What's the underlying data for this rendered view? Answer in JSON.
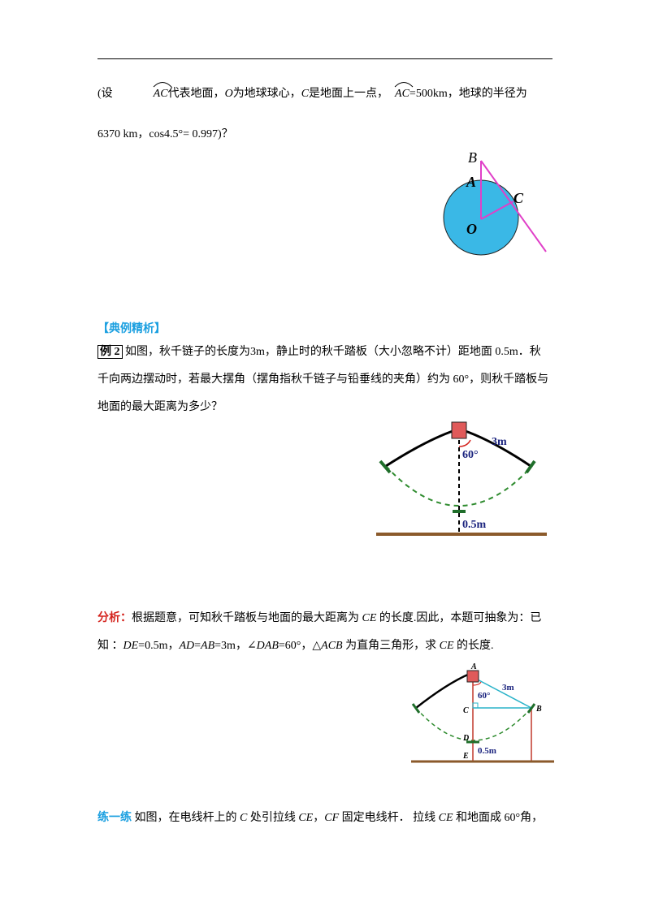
{
  "intro": {
    "line1": {
      "prefix": "(设",
      "arc1": "AC",
      "t1": "代表地面，",
      "o": "O",
      "t2": "为地球球心，",
      "c": "C",
      "t3": "是地面上一点，",
      "arc2": "AC",
      "t4": "=500km，地球的半径为"
    },
    "line2": "6370  km，cos4.5°=  0.997)？"
  },
  "fig1": {
    "label_b": "B",
    "label_a": "A",
    "label_c": "C",
    "label_o": "O",
    "circle_color": "#3ab8e6",
    "line_color": "#e040c8"
  },
  "section_title": "【典例精析】",
  "example2": {
    "label": "例 2",
    "line1": " 如图，秋千链子的长度为3m，静止时的秋千踏板（大小忽略不计）距地面 0.5m．秋",
    "line2": "千向两边摆动时，若最大摆角（摆角指秋千链子与铅垂线的夹角）约为 60°，则秋千踏板与",
    "line3": "地面的最大距离为多少？"
  },
  "fig2": {
    "label_3m": "3m",
    "label_60": "60°",
    "label_05": "0.5m"
  },
  "analysis": {
    "label": "分析：",
    "line1_a": "根据题意，可知秋千踏板与地面的最大距离为 ",
    "line1_ce": "CE",
    "line1_b": " 的长度.因此，本题可抽象为：已",
    "line2_a": "知 ：",
    "de": "DE",
    "line2_b": "=0.5m，",
    "ad": "AD",
    "eq": "=",
    "ab": "AB",
    "line2_c": "=3m，∠",
    "dab": "DAB",
    "line2_d": "=60°，△",
    "acb": "ACB",
    "line2_e": " 为直角三角形，求 ",
    "ce2": "CE",
    "line2_f": " 的长度."
  },
  "fig3": {
    "label_a": "A",
    "label_3m": "3m",
    "label_60": "60°",
    "label_c": "C",
    "label_b": "B",
    "label_d": "D",
    "label_e": "E",
    "label_05": "0.5m"
  },
  "practice": {
    "label": "练一练",
    "t1": " 如图，在电线杆上的 ",
    "c": "C",
    "t2": " 处引拉线 ",
    "ce": "CE",
    "t3": "，",
    "cf": "CF",
    "t4": " 固定电线杆．  拉线 ",
    "ce2": "CE",
    "t5": " 和地面成 60°角，"
  }
}
